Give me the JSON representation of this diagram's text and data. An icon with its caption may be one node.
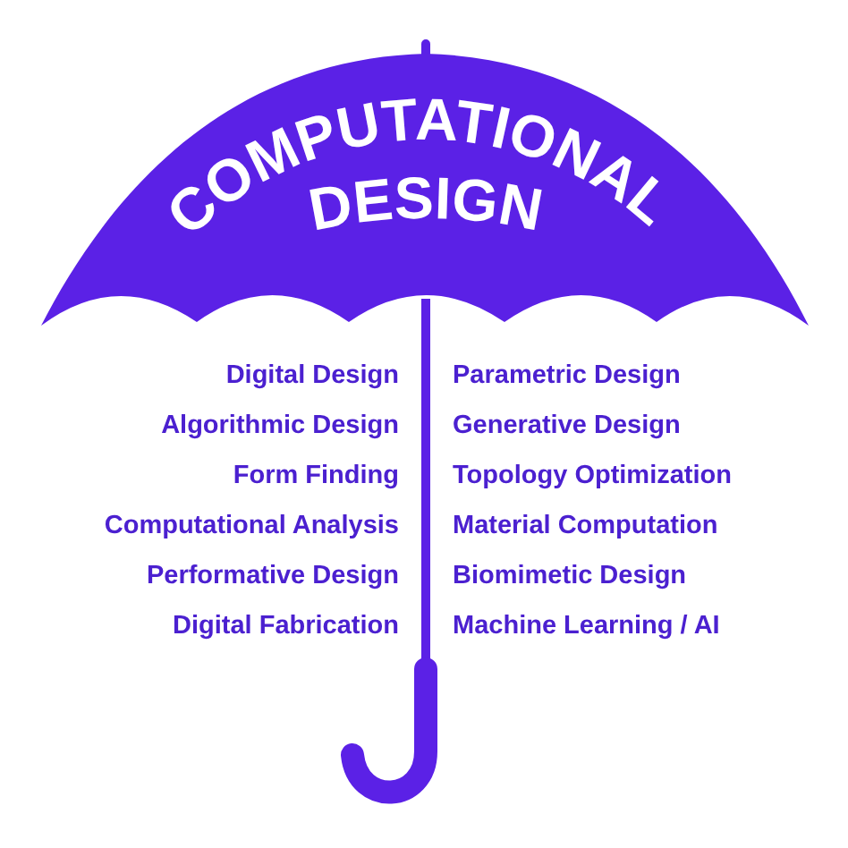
{
  "diagram": {
    "nodes": [
      {
        "text": [
          "COMPUTATIONAL DESIGN"
        ]
      }
    ],
    "labels": [
      "Digital Design",
      "Parametric Design",
      "Algorithmic Design",
      "Generative Design",
      "Form Finding",
      "Topology Optimization",
      "Computational Analysis",
      "Material Computation",
      "Performative Design",
      "Biomimetic Design",
      "Digital Fabrication",
      "Machine Learning / AI"
    ]
  }
}
